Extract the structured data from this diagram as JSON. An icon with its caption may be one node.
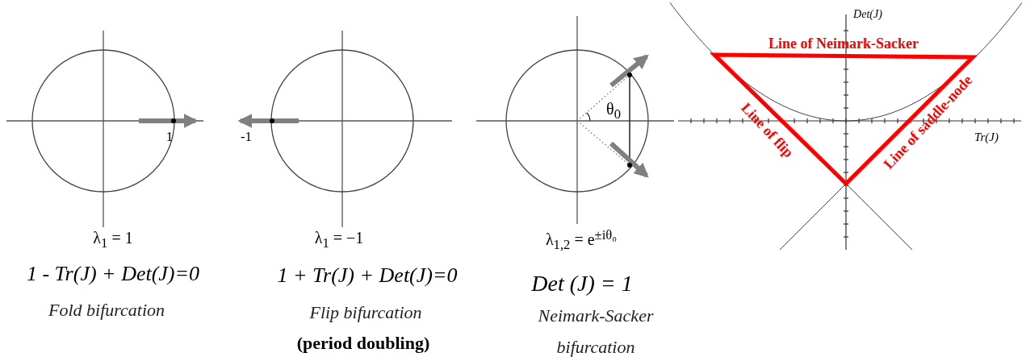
{
  "diagram": {
    "labels": [
      "1",
      "λ$_{1}$ = 1",
      "1 - Tr(J) + Det(J)=0",
      "Fold bifurcation",
      "-1",
      "λ$_{1}$ = −1",
      "1 + Tr(J) + Det(J)=0",
      "Flip bifurcation",
      "(period doubling)",
      "θ$_{0}$",
      "λ$_{1,2}$ = e$^{±iθ₀}$",
      "Det (J) = 1",
      "Neimark-Sacker bifurcation",
      "Det(J)",
      "Line of Neimark-Sacker",
      "Line of flip",
      "Tr(J)",
      "Line of saddle-node"
    ]
  }
}
